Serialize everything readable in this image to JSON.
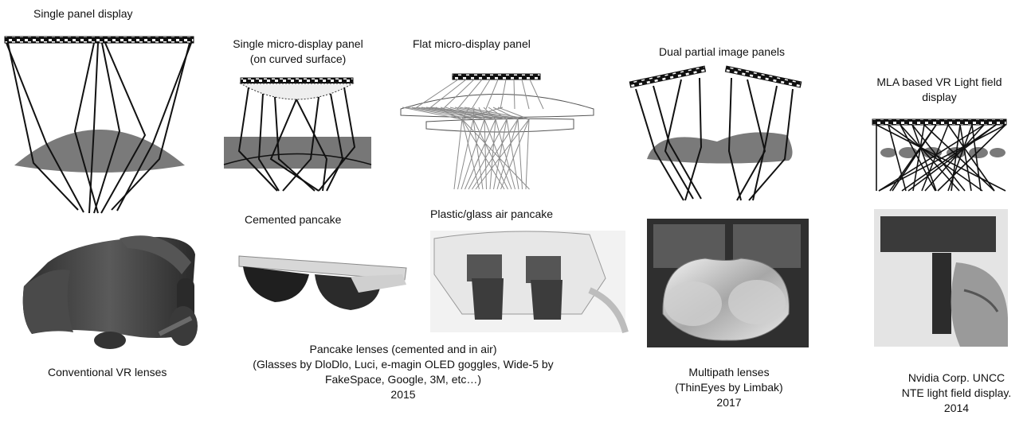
{
  "top_labels": {
    "single_panel": "Single panel display",
    "curved_panel_line1": "Single micro-display panel",
    "curved_panel_line2": "(on curved surface)",
    "flat_panel": "Flat micro-display panel",
    "dual_panels": "Dual partial image panels",
    "mla_line1": "MLA based VR Light field",
    "mla_line2": "display"
  },
  "mid_labels": {
    "cemented": "Cemented pancake",
    "air": "Plastic/glass air pancake"
  },
  "captions": {
    "conventional": "Conventional VR lenses",
    "pancake_line1": "Pancake lenses (cemented and in air)",
    "pancake_line2": "(Glasses by DloDlo, Luci, e-magin OLED goggles, Wide-5 by",
    "pancake_line3": "FakeSpace, Google, 3M, etc…)",
    "pancake_year": "2015",
    "multipath_line1": "Multipath lenses",
    "multipath_line2": "(ThinEyes by Limbak)",
    "multipath_year": "2017",
    "nvidia_line1": "Nvidia Corp. UNCC",
    "nvidia_line2": "NTE light field display.",
    "nvidia_year": "2014"
  },
  "colors": {
    "lens_gray": "#7a7a7a",
    "band_gray": "#777777",
    "photo_dark": "#3a3a3a",
    "photo_light": "#d9d9d9"
  }
}
